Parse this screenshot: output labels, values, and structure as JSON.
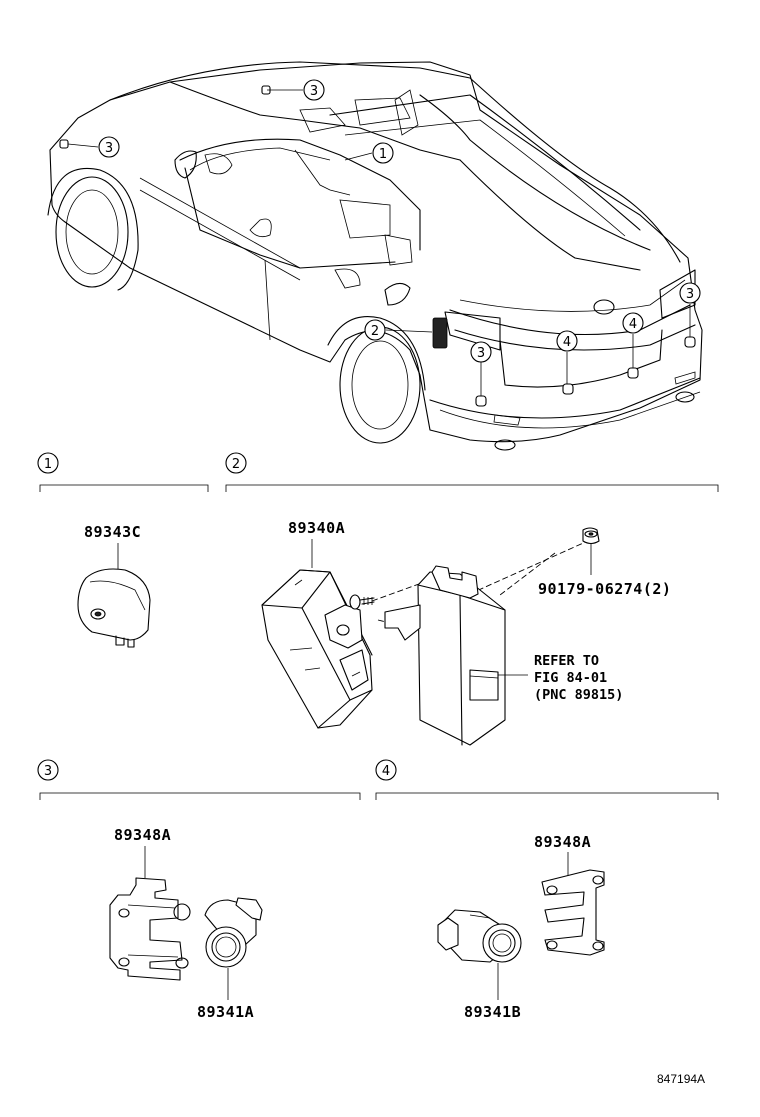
{
  "sections": [
    {
      "num": "1"
    },
    {
      "num": "2"
    },
    {
      "num": "3"
    },
    {
      "num": "4"
    }
  ],
  "car_callouts": [
    "3",
    "3",
    "1",
    "2",
    "3",
    "4",
    "4",
    "3"
  ],
  "parts": {
    "p89343C": "89343C",
    "p89340A": "89340A",
    "p90179": "90179-06274(2)",
    "refer_line1": "REFER TO",
    "refer_line2": "FIG 84-01",
    "refer_line3": "(PNC 89815)",
    "p89348A_left": "89348A",
    "p89341A": "89341A",
    "p89348A_right": "89348A",
    "p89341B": "89341B"
  },
  "illustration_id": "847194A"
}
